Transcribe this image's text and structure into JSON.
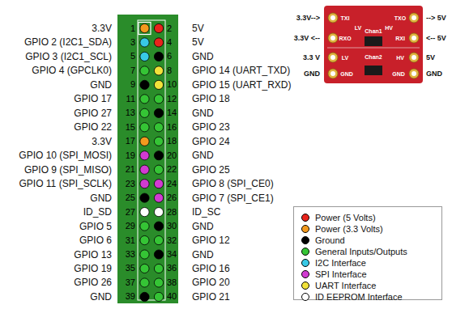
{
  "diagram": {
    "nodes": [
      {
        "text": [
          "1",
          "2",
          "3",
          "4",
          "5",
          "6",
          "7",
          "8",
          "9",
          "10",
          "11",
          "12",
          "13",
          "14",
          "15",
          "16",
          "17",
          "18",
          "19",
          "20",
          "21",
          "22",
          "23",
          "24",
          "25",
          "26",
          "27",
          "28",
          "29",
          "30",
          "31",
          "32",
          "33",
          "34",
          "35",
          "36",
          "37",
          "38",
          "39",
          "40"
        ]
      },
      {
        "text": [
          "TXI",
          "LV",
          "Chan1",
          "HV",
          "TXO",
          "RXO",
          "RXI",
          "LV",
          "HV",
          "GND",
          "GND",
          "Chan2"
        ]
      }
    ],
    "labels": [
      "3.3V",
      "5V",
      "GPIO 2 (I2C1_SDA)",
      "5V",
      "GPIO 3 (I2C1_SCL)",
      "GND",
      "GPIO 4 (GPCLK0)",
      "GPIO 14 (UART_TXD)",
      "GND",
      "GPIO 15 (UART_RXD)",
      "GPIO 17",
      "GPIO 18",
      "GPIO 27",
      "GND",
      "GPIO 22",
      "GPIO 23",
      "3.3V",
      "GPIO 24",
      "GPIO 10 (SPI_MOSI)",
      "GND",
      "GPIO 9 (SPI_MISO)",
      "GPIO 25",
      "GPIO 11 (SPI_SCLK)",
      "GPIO 8 (SPI_CE0)",
      "GND",
      "GPIO 7 (SPI_CE1)",
      "ID_SD",
      "ID_SC",
      "GPIO 5",
      "GND",
      "GPIO 6",
      "GPIO 12",
      "GPIO 13",
      "GND",
      "GPIO 19",
      "GPIO 16",
      "GPIO 26",
      "GPIO 20",
      "GND",
      "GPIO 21",
      "3.3V-->",
      "--> 5V",
      "3.3V <--",
      "<-- 5V",
      "3.3 V",
      "5V",
      "GND",
      "GND"
    ],
    "legend": [
      {
        "text": "Power (5 Volts)",
        "color": "#e8241c"
      },
      {
        "text": "Power (3.3 Volts)",
        "color": "#f39a1e"
      },
      {
        "text": "Ground",
        "color": "#000000"
      },
      {
        "text": "General Inputs/Outputs",
        "color": "#35c435"
      },
      {
        "text": "I2C Interface",
        "color": "#38c9e6"
      },
      {
        "text": "SPI Interface",
        "color": "#d13bd1"
      },
      {
        "text": "UART Interface",
        "color": "#f1e23a"
      },
      {
        "text": "ID EEPROM Interface",
        "color": "#ffffff"
      }
    ]
  }
}
